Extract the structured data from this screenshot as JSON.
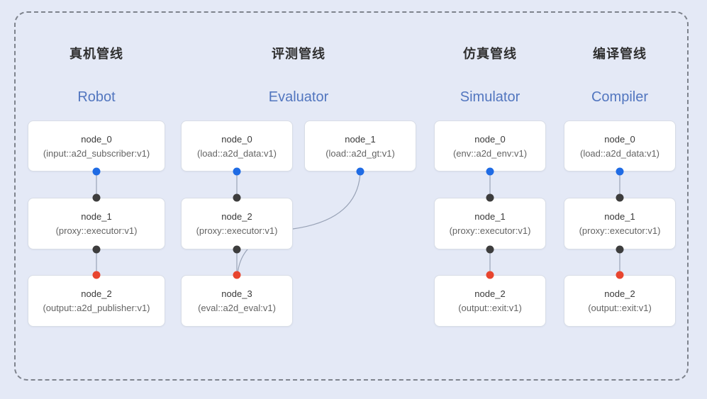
{
  "colors": {
    "background": "#e4e9f6",
    "node_background": "#ffffff",
    "node_border": "#d8dde6",
    "dashed_border": "#7e838d",
    "edge": "#99a3b7",
    "port_source": "#1f6be4",
    "port_proxy": "#3d3d3d",
    "port_sink": "#e8452f",
    "title_zh_color": "#2f2f2f",
    "title_en_color": "#5276bf"
  },
  "pipelines": [
    {
      "title_zh": "真机管线",
      "title_en": "Robot",
      "nodes": [
        {
          "name": "node_0",
          "type": "(input::a2d_subscriber:v1)"
        },
        {
          "name": "node_1",
          "type": "(proxy::executor:v1)"
        },
        {
          "name": "node_2",
          "type": "(output::a2d_publisher:v1)"
        }
      ]
    },
    {
      "title_zh": "评测管线",
      "title_en": "Evaluator",
      "nodes": [
        {
          "name": "node_0",
          "type": "(load::a2d_data:v1)"
        },
        {
          "name": "node_1",
          "type": "(load::a2d_gt:v1)"
        },
        {
          "name": "node_2",
          "type": "(proxy::executor:v1)"
        },
        {
          "name": "node_3",
          "type": "(eval::a2d_eval:v1)"
        }
      ]
    },
    {
      "title_zh": "仿真管线",
      "title_en": "Simulator",
      "nodes": [
        {
          "name": "node_0",
          "type": "(env::a2d_env:v1)"
        },
        {
          "name": "node_1",
          "type": "(proxy::executor:v1)"
        },
        {
          "name": "node_2",
          "type": "(output::exit:v1)"
        }
      ]
    },
    {
      "title_zh": "编译管线",
      "title_en": "Compiler",
      "nodes": [
        {
          "name": "node_0",
          "type": "(load::a2d_data:v1)"
        },
        {
          "name": "node_1",
          "type": "(proxy::executor:v1)"
        },
        {
          "name": "node_2",
          "type": "(output::exit:v1)"
        }
      ]
    }
  ]
}
